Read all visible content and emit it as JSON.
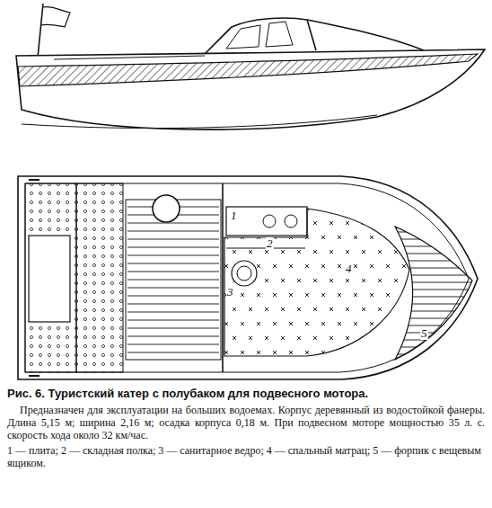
{
  "diagram": {
    "title": "Рис. 6. Туристский катер с полубаком для подвесного мотора.",
    "caption": "Предназначен для эксплуатации на больших водоемах. Корпус деревянный из водостойкой фанеры. Длина 5,15 м; ширина 2,16 м; осадка корпуса 0,18 м. При подвесном моторе мощностью 35 л. с. скорость хода около 32 км/час.",
    "labels": [
      "1",
      "2",
      "3",
      "4",
      "5",
      "1 — плита; 2 — складная полка; 3 — санитарное ведро; 4 — спальный матрац; 5 — форпик с вещевым ящиком."
    ]
  }
}
